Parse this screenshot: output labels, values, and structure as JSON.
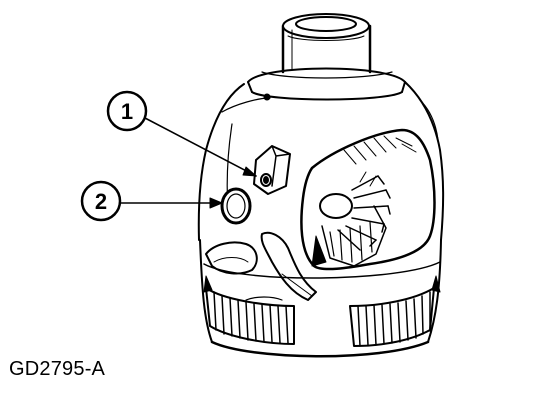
{
  "figure": {
    "code": "GD2795-A"
  },
  "callouts": [
    {
      "number": "1"
    },
    {
      "number": "2"
    }
  ],
  "colors": {
    "ink": "#000000",
    "paper": "#ffffff"
  }
}
